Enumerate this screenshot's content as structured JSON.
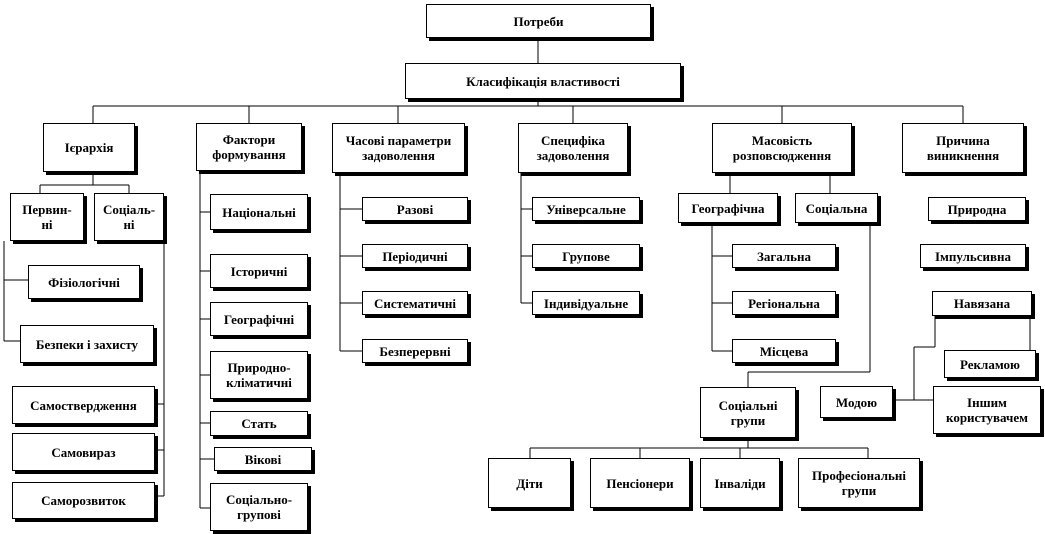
{
  "diagram": {
    "root": "Потреби",
    "classification": "Класифікація властивості",
    "hierarchy": {
      "title": "Ієрархія",
      "primary": "Первин-\nні",
      "social": "Соціаль-\nні",
      "items": [
        "Фізіологічні",
        "Безпеки і захисту",
        "Самоствердження",
        "Самовираз",
        "Саморозвиток"
      ]
    },
    "factors": {
      "title": "Фактори\nформування",
      "items": [
        "Національні",
        "Історичні",
        "Географічні",
        "Природно-\nкліматичні",
        "Стать",
        "Вікові",
        "Соціально-\nгрупові"
      ]
    },
    "time": {
      "title": "Часові параметри\nзадоволення",
      "items": [
        "Разові",
        "Періодичні",
        "Систематичні",
        "Безперервні"
      ]
    },
    "specific": {
      "title": "Специфіка\nзадоволення",
      "items": [
        "Універсальне",
        "Групове",
        "Індивідуальне"
      ]
    },
    "mass": {
      "title": "Масовість\nрозповсюдження",
      "geographic": "Географічна",
      "social": "Соціальна",
      "geo_items": [
        "Загальна",
        "Регіональна",
        "Місцева"
      ],
      "social_groups": "Соціальні\nгрупи",
      "groups": [
        "Діти",
        "Пенсіонери",
        "Інваліди",
        "Професіональні\nгрупи"
      ]
    },
    "cause": {
      "title": "Причина\nвиникнення",
      "natural": "Природна",
      "impulsive": "Імпульсивна",
      "imposed": "Навязана",
      "advertising": "Рекламою",
      "fashion": "Модою",
      "other_user": "Іншим\nкористувачем"
    }
  }
}
